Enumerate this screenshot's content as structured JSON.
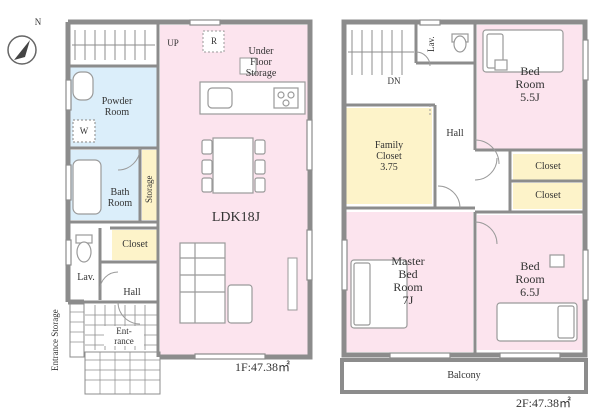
{
  "compass": {
    "north_label": "N"
  },
  "floor1": {
    "area_label": "1F:47.38㎡",
    "rooms": {
      "ldk": "LDK18J",
      "powder_room": "Powder\nRoom",
      "bath_room": "Bath\nRoom",
      "storage": "Storage",
      "closet": "Closet",
      "lavatory": "Lav.",
      "hall": "Hall",
      "entrance": "Ent-\nrance",
      "entrance_storage": "Entrance Storage",
      "under_floor_storage": "Under\nFloor\nStorage",
      "up": "UP",
      "refrigerator_mark": "R",
      "washer_mark": "W"
    }
  },
  "floor2": {
    "area_label": "2F:47.38㎡",
    "rooms": {
      "bed_room_a": "Bed\nRoom\n5.5J",
      "bed_room_b": "Bed\nRoom\n6.5J",
      "master_bed_room": "Master\nBed\nRoom\n7J",
      "family_closet": "Family\nCloset\n3.75",
      "closet_a": "Closet",
      "closet_b": "Closet",
      "hall": "Hall",
      "dn": "DN",
      "lavatory": "Lav.",
      "balcony": "Balcony"
    }
  },
  "colors": {
    "wall": "#8c8c8c",
    "ldk_pink": "#fce4ee",
    "bath_blue": "#dbeefa",
    "closet_yellow": "#fdf3c9",
    "white_room": "#ffffff",
    "furniture": "#9a9a9a"
  }
}
